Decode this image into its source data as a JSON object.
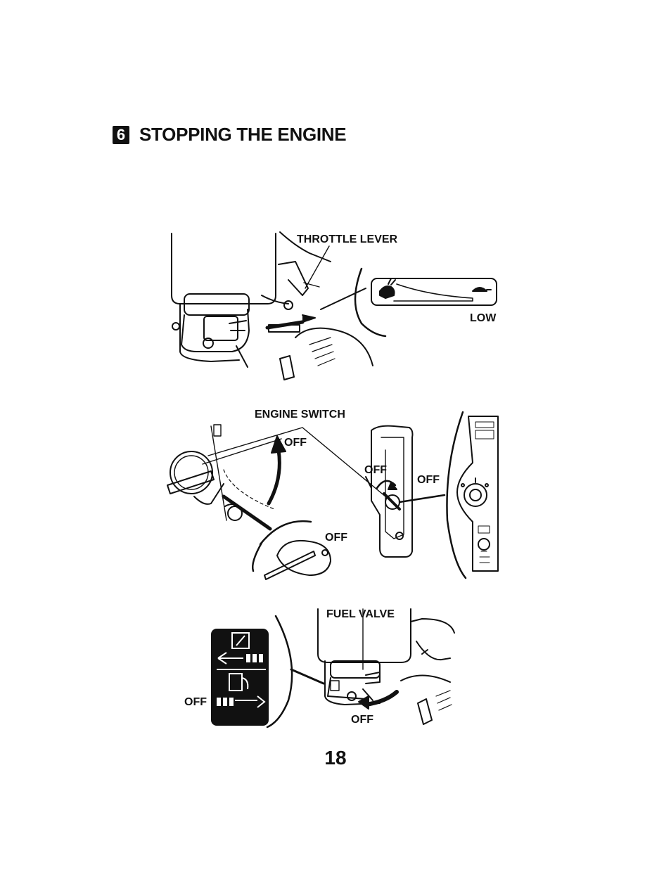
{
  "section": {
    "number": "6",
    "title": "STOPPING THE ENGINE"
  },
  "figures": {
    "throttle": {
      "lever_label": "THROTTLE LEVER",
      "position_label": "LOW"
    },
    "engine_switch": {
      "switch_label": "ENGINE SWITCH",
      "off_label_1": "OFF",
      "off_label_2": "OFF",
      "off_label_3": "OFF",
      "off_label_4": "OFF"
    },
    "fuel_valve": {
      "valve_label": "FUEL VALVE",
      "off_label_panel": "OFF",
      "off_label_engine": "OFF"
    }
  },
  "page_number": "18"
}
